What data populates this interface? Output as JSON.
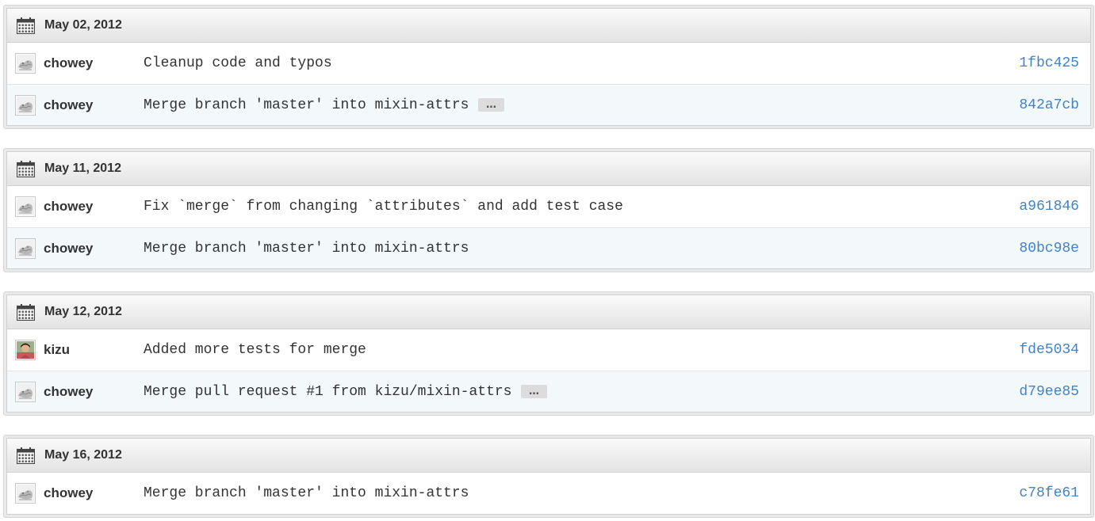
{
  "commit_groups": [
    {
      "date": "May 02, 2012",
      "commits": [
        {
          "author": "chowey",
          "avatar": "chowey-avatar",
          "message": "Cleanup code and typos",
          "sha": "1fbc425",
          "expandable": false
        },
        {
          "author": "chowey",
          "avatar": "chowey-avatar",
          "message": "Merge branch 'master' into mixin-attrs",
          "sha": "842a7cb",
          "expandable": true
        }
      ]
    },
    {
      "date": "May 11, 2012",
      "commits": [
        {
          "author": "chowey",
          "avatar": "chowey-avatar",
          "message": "Fix `merge` from changing `attributes` and add test case",
          "sha": "a961846",
          "expandable": false
        },
        {
          "author": "chowey",
          "avatar": "chowey-avatar",
          "message": "Merge branch 'master' into mixin-attrs",
          "sha": "80bc98e",
          "expandable": false
        }
      ]
    },
    {
      "date": "May 12, 2012",
      "commits": [
        {
          "author": "kizu",
          "avatar": "kizu-avatar",
          "message": "Added more tests for merge",
          "sha": "fde5034",
          "expandable": false
        },
        {
          "author": "chowey",
          "avatar": "chowey-avatar",
          "message": "Merge pull request #1 from kizu/mixin-attrs",
          "sha": "d79ee85",
          "expandable": true
        }
      ]
    },
    {
      "date": "May 16, 2012",
      "commits": [
        {
          "author": "chowey",
          "avatar": "chowey-avatar",
          "message": "Merge branch 'master' into mixin-attrs",
          "sha": "c78fe61",
          "expandable": false
        }
      ]
    }
  ],
  "icons": {
    "group_header": "calendar-icon",
    "expander_glyph": "…"
  },
  "colors": {
    "sha_link": "#4183c4",
    "alt_row": "#f3f8fa",
    "header_top": "#fafafa",
    "header_bottom": "#e3e3e3"
  }
}
